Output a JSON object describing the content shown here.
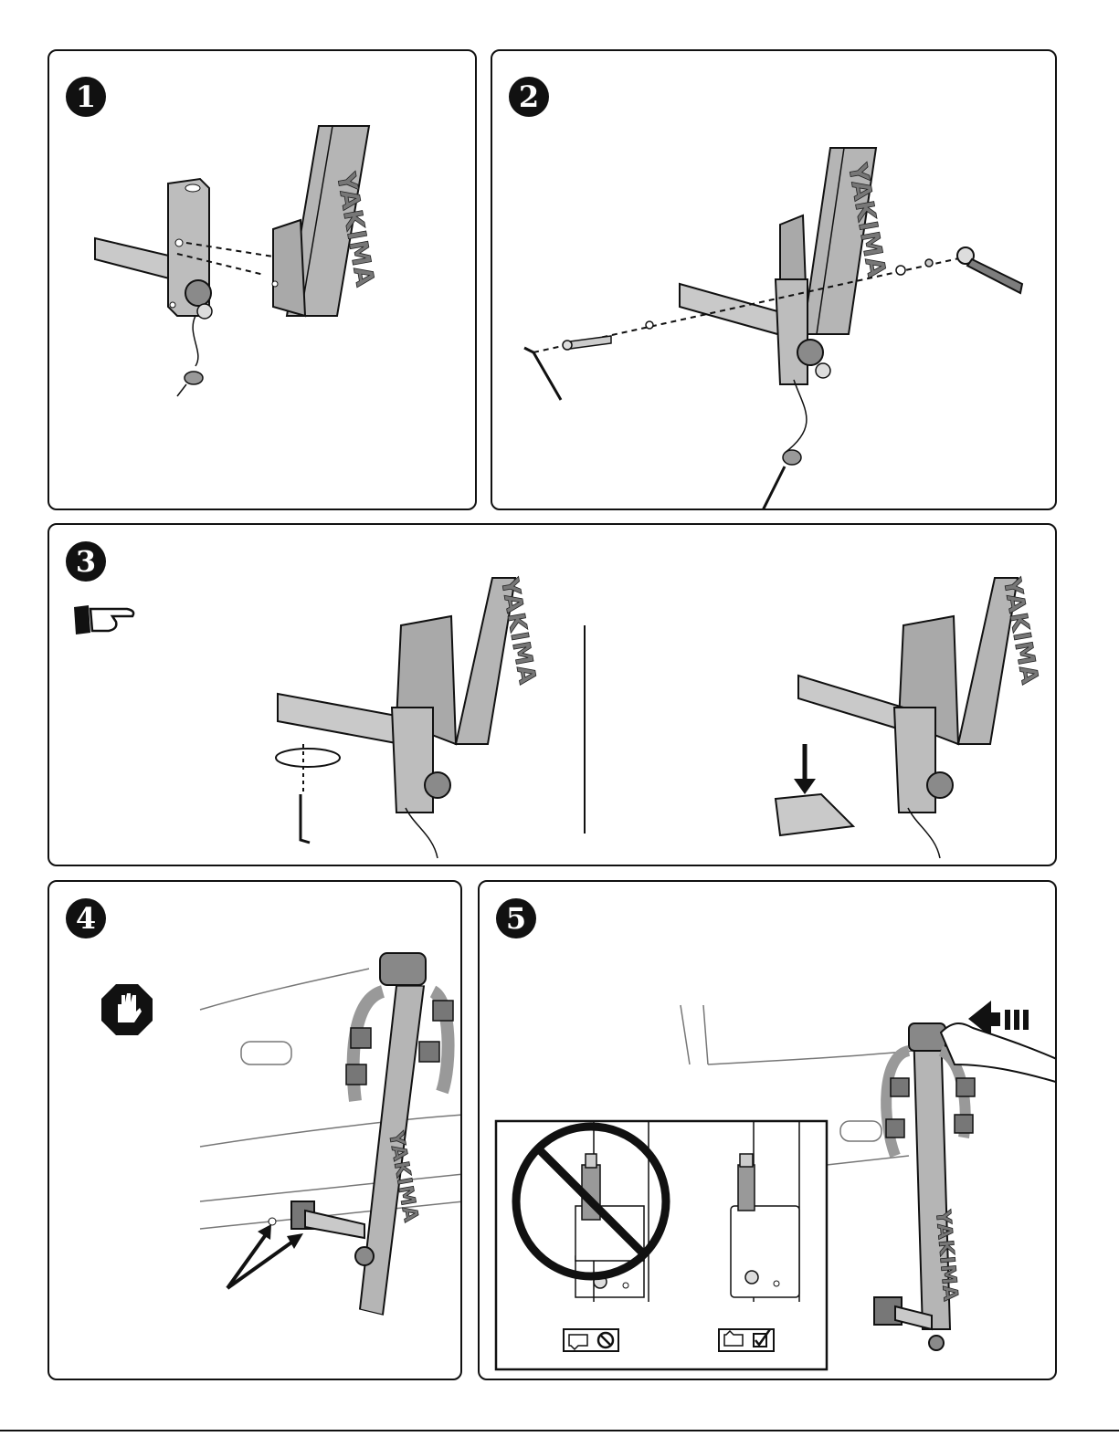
{
  "steps": [
    {
      "number": "1"
    },
    {
      "number": "2"
    },
    {
      "number": "3"
    },
    {
      "number": "4"
    },
    {
      "number": "5"
    }
  ],
  "brand_text": "YAKIMA",
  "icons": {
    "pointing_hand": "pointing-hand-icon",
    "stop_hand": "stop-hand-icon",
    "thumbs_down_no": "thumbs-down-prohibited-icon",
    "thumbs_up_check": "thumbs-up-checked-icon"
  },
  "colors": {
    "line": "#111111",
    "fill_gray": "#b8b8b8",
    "fill_dark": "#6e6e6e"
  }
}
